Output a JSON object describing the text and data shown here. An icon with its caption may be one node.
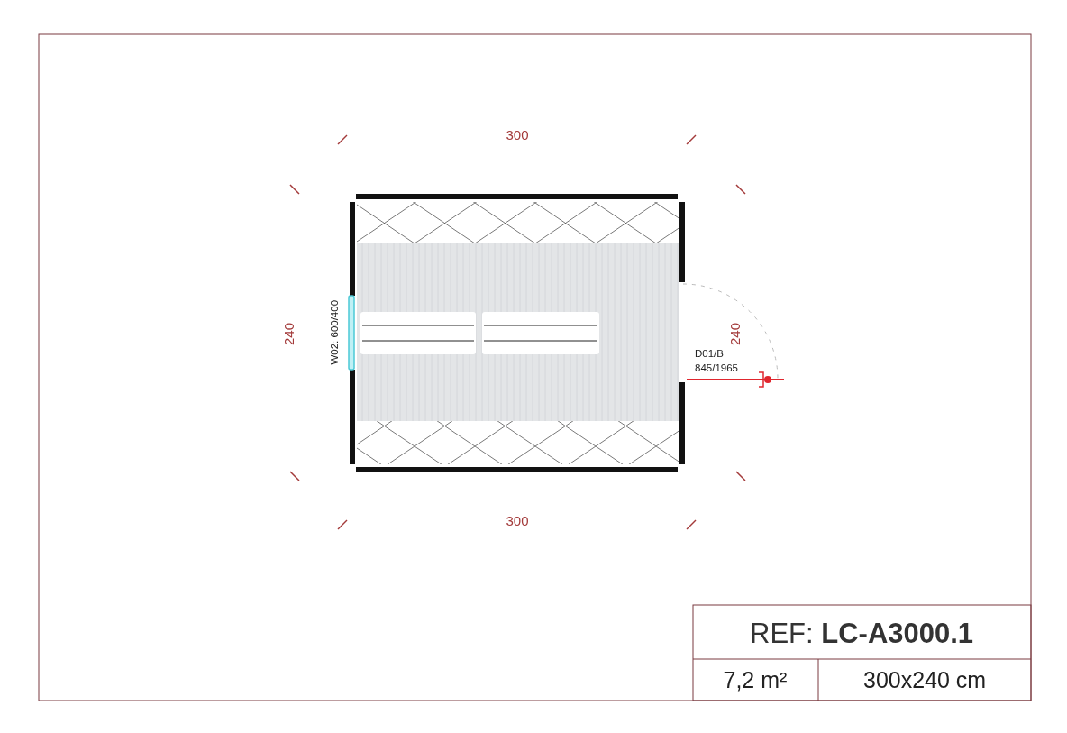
{
  "diagram": {
    "labels": [
      "300",
      "240",
      "W02: 600/400",
      "240",
      "D01/B",
      "845/1965",
      "300",
      "REF: **LC-A3000.1**",
      "7,2 m²",
      "300x240 cm"
    ]
  }
}
